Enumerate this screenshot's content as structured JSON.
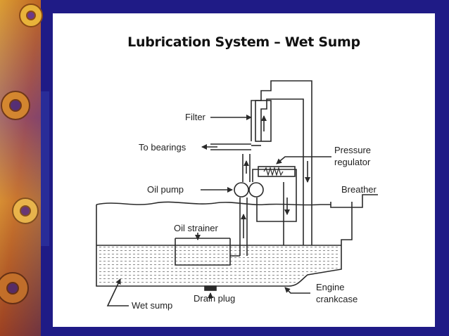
{
  "slide": {
    "title": "Lubrication System – Wet Sump",
    "colors": {
      "background": "#1f1b86",
      "panel": "#ffffff",
      "line": "#2a2a2a",
      "oil_dots": "#888888"
    }
  },
  "diagram": {
    "labels": {
      "filter": "Filter",
      "to_bearings": "To bearings",
      "pressure_line1": "Pressure",
      "pressure_line2": "regulator",
      "oil_pump": "Oil pump",
      "breather": "Breather",
      "oil_strainer": "Oil strainer",
      "engine_line1": "Engine",
      "engine_line2": "crankcase",
      "drain_plug": "Drain plug",
      "wet_sump": "Wet sump"
    }
  }
}
